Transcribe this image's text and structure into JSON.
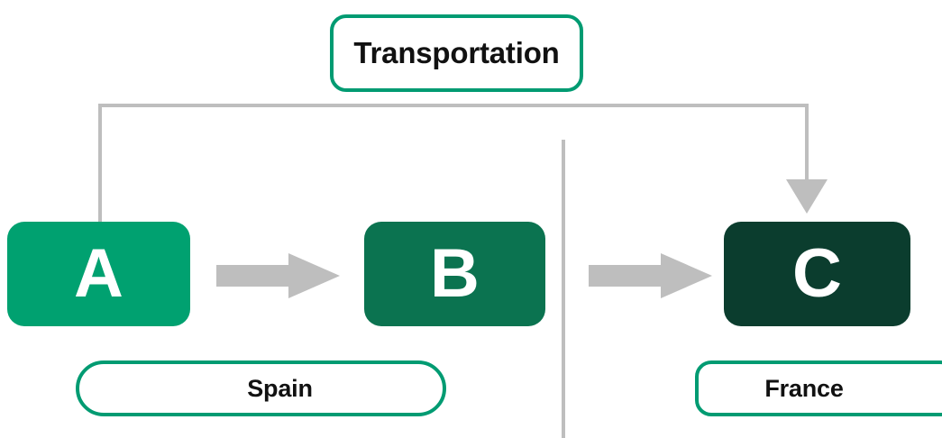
{
  "diagram": {
    "title_label": "Transportation",
    "nodes": [
      {
        "id": "a",
        "label": "A",
        "color": "#00A170",
        "country": "Spain"
      },
      {
        "id": "b",
        "label": "B",
        "color": "#0B7350",
        "country": "Spain"
      },
      {
        "id": "c",
        "label": "C",
        "color": "#0B3D2E",
        "country": "France"
      }
    ],
    "country_labels": [
      {
        "id": "spain",
        "label": "Spain"
      },
      {
        "id": "france",
        "label": "France"
      }
    ],
    "connectors": [
      {
        "id": "a-to-b",
        "type": "block-arrow",
        "from": "A",
        "to": "B",
        "color": "#BEBEBE"
      },
      {
        "id": "b-to-c",
        "type": "block-arrow",
        "from": "B",
        "to": "C",
        "color": "#BEBEBE"
      },
      {
        "id": "transportation-a-to-c",
        "type": "orthogonal-arrow",
        "from": "A",
        "to": "C",
        "color": "#BEBEBE"
      }
    ],
    "divider": {
      "id": "country-divider",
      "orientation": "vertical",
      "color": "#BEBEBE"
    },
    "colors": {
      "accent_border": "#009B72",
      "node_light": "#00A170",
      "node_mid": "#0B7350",
      "node_dark": "#0B3D2E",
      "connector_gray": "#BEBEBE",
      "text_dark": "#111111",
      "text_light": "#FFFFFF",
      "background": "#FFFFFF"
    }
  }
}
